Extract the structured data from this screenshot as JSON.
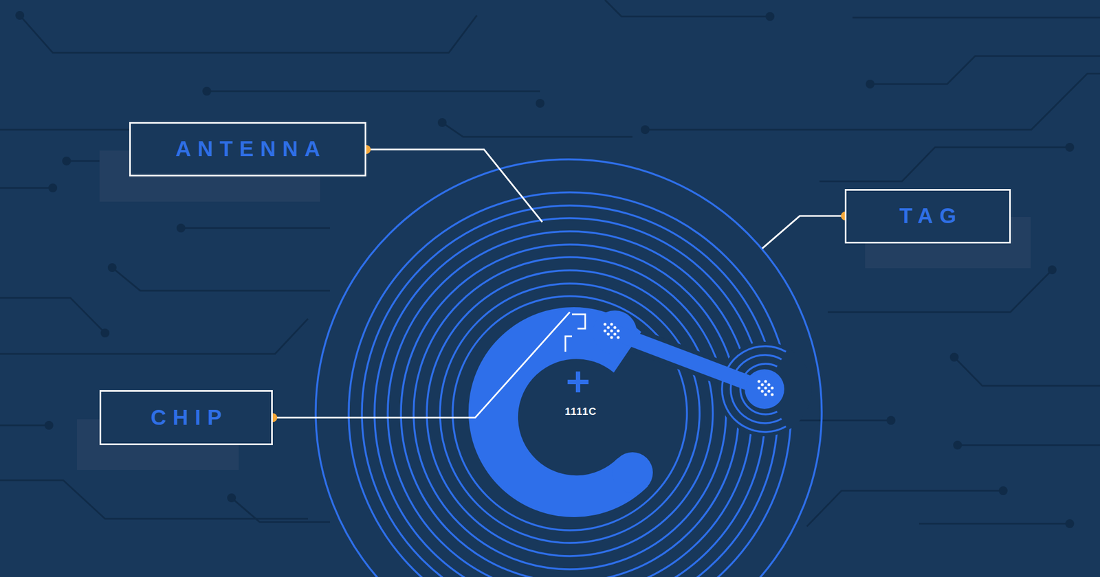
{
  "diagram": {
    "nodes": [
      {
        "text": [
          "ANTENNA"
        ]
      },
      {
        "text": [
          "TAG"
        ]
      },
      {
        "text": [
          "CHIP"
        ]
      }
    ],
    "labels": [
      "1111C"
    ]
  }
}
